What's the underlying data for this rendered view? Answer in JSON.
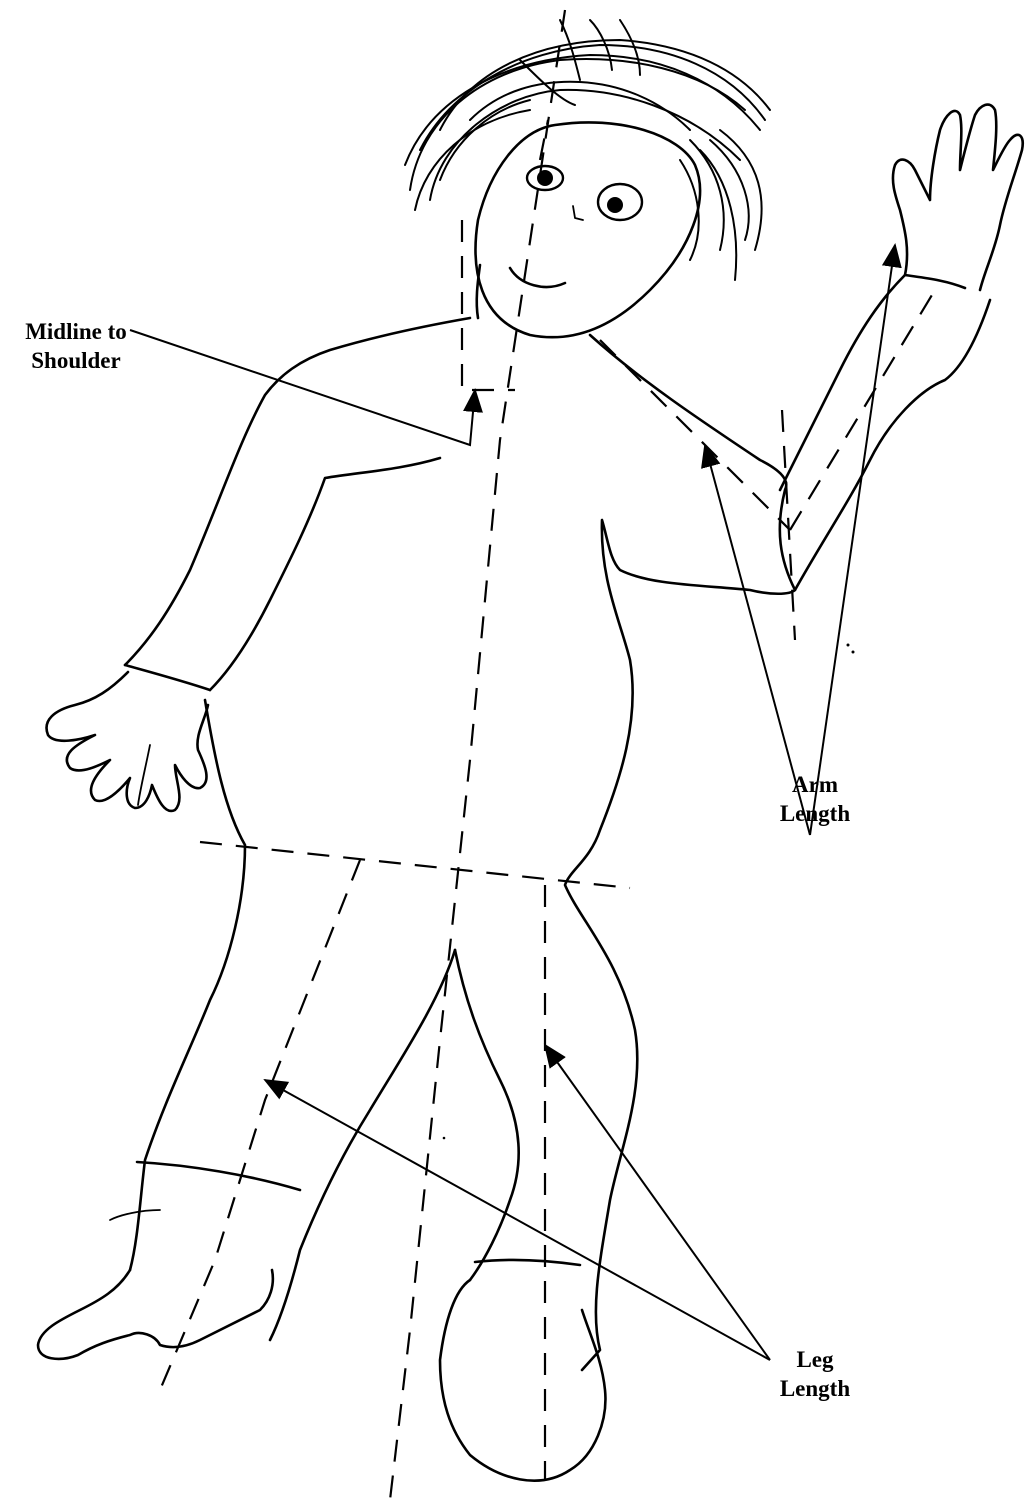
{
  "labels": {
    "midline_shoulder": [
      "Midline to",
      "Shoulder"
    ],
    "arm_length": [
      "Arm",
      "Length"
    ],
    "leg_length": [
      "Leg",
      "Length"
    ]
  },
  "colors": {
    "ink": "#000000",
    "background": "#ffffff"
  }
}
